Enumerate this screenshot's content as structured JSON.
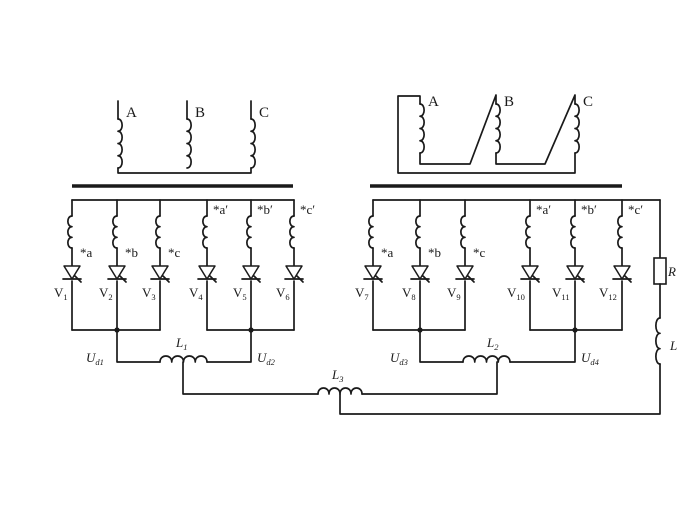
{
  "transformer_1": {
    "primary": [
      {
        "label": "A"
      },
      {
        "label": "B"
      },
      {
        "label": "C"
      }
    ],
    "secondary": [
      "*a",
      "*b",
      "*c",
      "*a′",
      "*b′",
      "*c′"
    ]
  },
  "transformer_2": {
    "primary": [
      {
        "label": "A"
      },
      {
        "label": "B"
      },
      {
        "label": "C"
      }
    ],
    "secondary": [
      "*a",
      "*b",
      "*c",
      "*a′",
      "*b′",
      "*c′"
    ]
  },
  "thyristors": [
    {
      "base": "V",
      "sub": "1"
    },
    {
      "base": "V",
      "sub": "2"
    },
    {
      "base": "V",
      "sub": "3"
    },
    {
      "base": "V",
      "sub": "4"
    },
    {
      "base": "V",
      "sub": "5"
    },
    {
      "base": "V",
      "sub": "6"
    },
    {
      "base": "V",
      "sub": "7"
    },
    {
      "base": "V",
      "sub": "8"
    },
    {
      "base": "V",
      "sub": "9"
    },
    {
      "base": "V",
      "sub": "10"
    },
    {
      "base": "V",
      "sub": "11"
    },
    {
      "base": "V",
      "sub": "12"
    }
  ],
  "voltages": [
    {
      "base": "U",
      "sub": "d1"
    },
    {
      "base": "U",
      "sub": "d2"
    },
    {
      "base": "U",
      "sub": "d3"
    },
    {
      "base": "U",
      "sub": "d4"
    }
  ],
  "inductors": [
    {
      "base": "L",
      "sub": "1"
    },
    {
      "base": "L",
      "sub": "2"
    },
    {
      "base": "L",
      "sub": "3"
    }
  ],
  "load": {
    "resistor": "R",
    "inductor": "L"
  }
}
